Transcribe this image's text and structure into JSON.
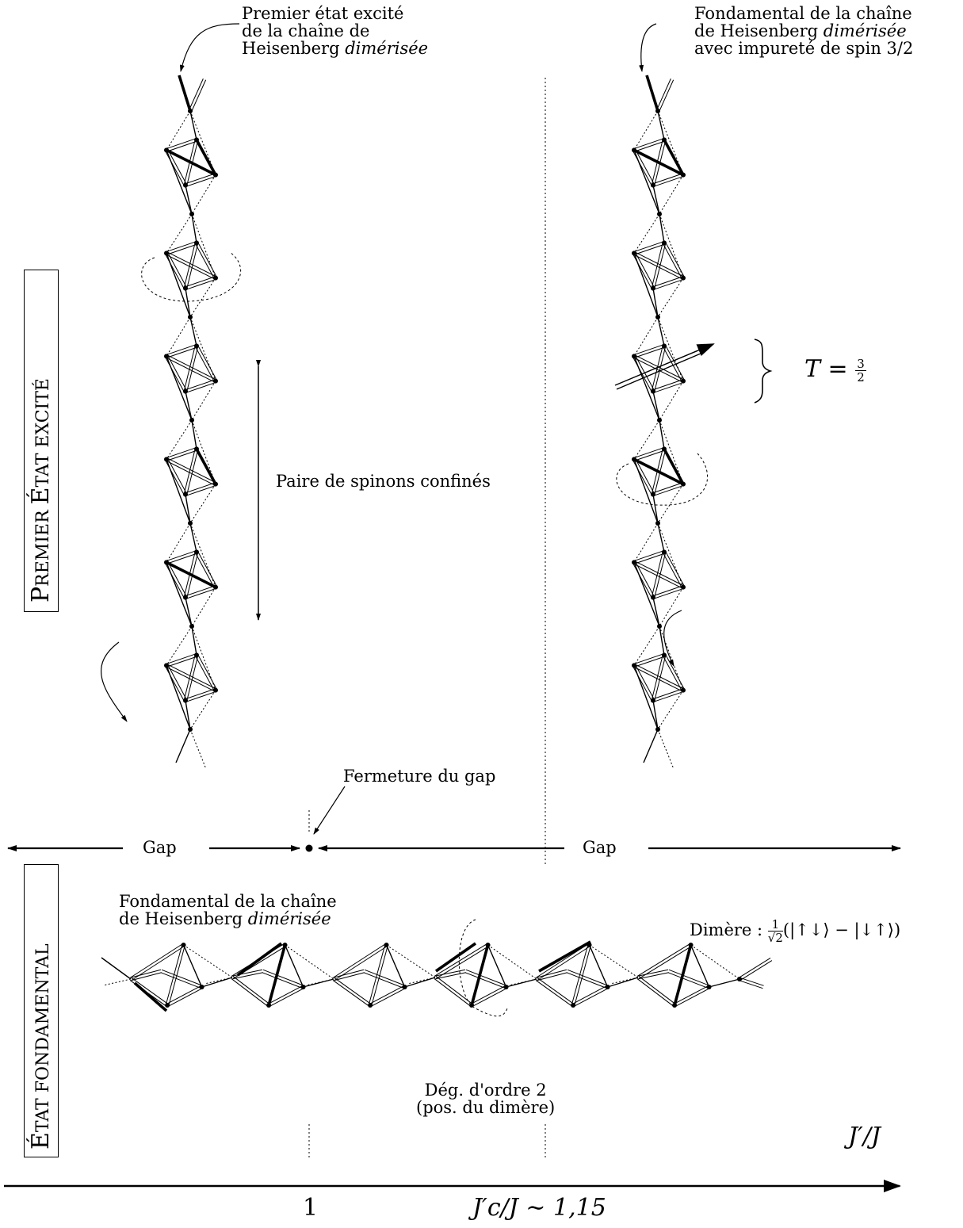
{
  "top_left_caption": {
    "line1": "Premier état excité",
    "line2": "de la chaîne de",
    "line3_prefix": "Heisenberg ",
    "line3_italic": "dimérisée"
  },
  "top_right_caption": {
    "line1": "Fondamental de la chaîne",
    "line2_prefix": "de Heisenberg ",
    "line2_italic": "dimérisée",
    "line3": "avec impureté de spin 3/2"
  },
  "section_excited": {
    "first": "P",
    "rest1": "REMIER ",
    "mid": "É",
    "rest2": "TAT EXCITÉ"
  },
  "section_ground": {
    "first": "É",
    "rest": "TAT FONDAMENTAL"
  },
  "spinon_pair_label": "Paire de spinons confinés",
  "T_label": {
    "lhs": "T = ",
    "num": "3",
    "den": "2"
  },
  "gap_closing_label": "Fermeture du gap",
  "gap_left_label": "Gap",
  "gap_right_label": "Gap",
  "bottom_caption": {
    "line1": "Fondamental de la chaîne",
    "line2_prefix": "de Heisenberg ",
    "line2_italic": "dimérisée"
  },
  "dimer_label": {
    "prefix": "Dimère : ",
    "num": "1",
    "den": "√2",
    "expr": "(|↑↓⟩ − |↓↑⟩)"
  },
  "degeneracy_label": {
    "line1": "Dég. d'ordre 2",
    "line2": "(pos. du dimère)"
  },
  "axis": {
    "label": "J′/J",
    "tick_1": "1",
    "tick_critical": "J′c/J ∼ 1,15"
  }
}
